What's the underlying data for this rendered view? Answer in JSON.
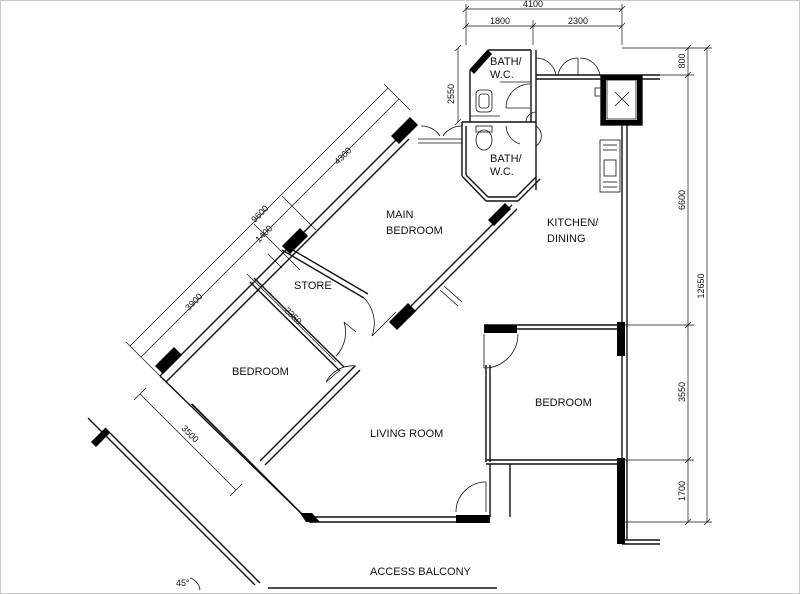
{
  "rooms": {
    "bath1_a": "BATH/",
    "bath1_b": "W.C.",
    "bath2_a": "BATH/",
    "bath2_b": "W.C.",
    "main_bed_a": "MAIN",
    "main_bed_b": "BEDROOM",
    "kitchen_a": "KITCHEN/",
    "kitchen_b": "DINING",
    "store": "STORE",
    "bedroom_left": "BEDROOM",
    "bedroom_right": "BEDROOM",
    "living": "LIVING ROOM",
    "access_balcony": "ACCESS  BALCONY"
  },
  "dimensions": {
    "top_total": "4100",
    "top_left": "1800",
    "top_right": "2300",
    "right_800": "800",
    "right_6600": "6600",
    "right_12650": "12650",
    "right_3550": "3550",
    "right_1700": "1700",
    "bath_2550": "2550",
    "diag_9600": "9600",
    "diag_4300": "4300",
    "diag_1400": "1400",
    "diag_3900": "3900",
    "diag_2350": "2350",
    "diag_3500": "3500",
    "angle": "45°"
  }
}
